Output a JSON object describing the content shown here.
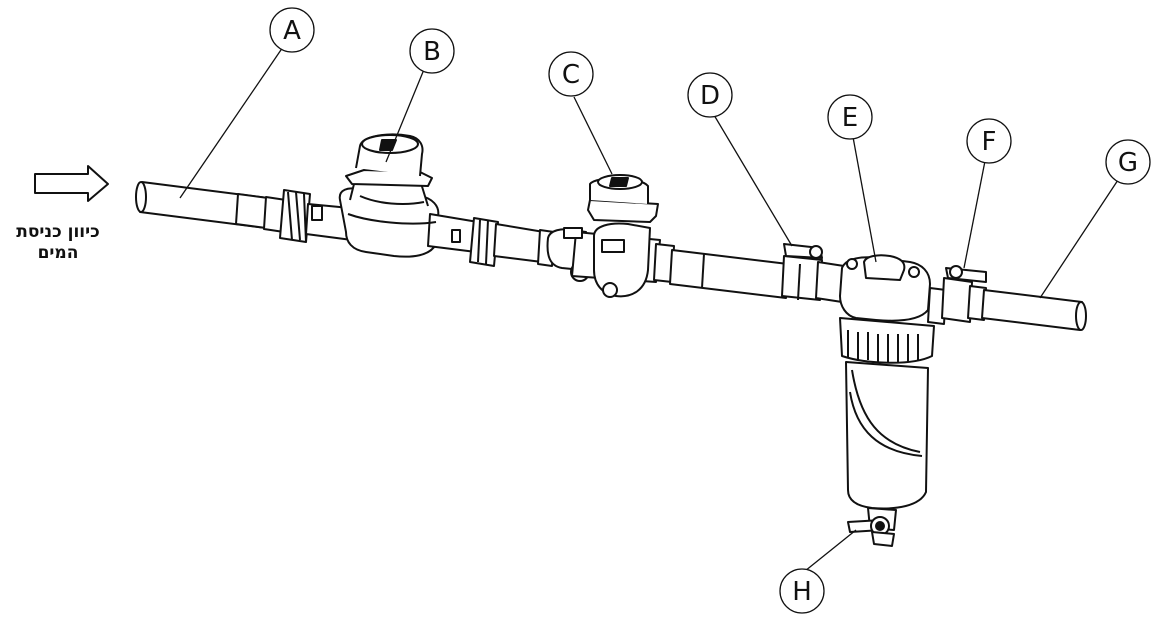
{
  "flow_direction_label": [
    "כיוון כניסת",
    "המים"
  ],
  "callouts": [
    {
      "id": "A",
      "letter": "A"
    },
    {
      "id": "B",
      "letter": "B"
    },
    {
      "id": "C",
      "letter": "C"
    },
    {
      "id": "D",
      "letter": "D"
    },
    {
      "id": "E",
      "letter": "E"
    },
    {
      "id": "F",
      "letter": "F"
    },
    {
      "id": "G",
      "letter": "G"
    },
    {
      "id": "H",
      "letter": "H"
    }
  ]
}
